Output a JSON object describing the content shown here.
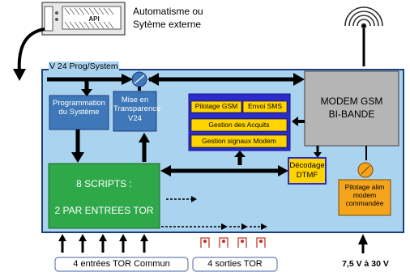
{
  "api": {
    "device_label": "API",
    "caption_line1": "Automatisme ou",
    "caption_line2": "Sytème externe"
  },
  "bus_label": "V 24 Prog/System",
  "blocks": {
    "programmation": {
      "line1": "Programmation",
      "line2": "du Système"
    },
    "transparence": {
      "line1": "Mise en",
      "line2": "Transparence",
      "line3": "V24"
    },
    "gsm_functions": {
      "pilotage": "Pilotage GSM",
      "sms": "Envoi SMS",
      "acquits": "Gestion des Acquits",
      "signaux": "Gestion signaux Modem"
    },
    "modem": {
      "line1": "MODEM GSM",
      "line2": "BI-BANDE"
    },
    "decodage": {
      "line1": "Décodage",
      "line2": "DTMF"
    },
    "scripts": {
      "line1": "8 SCRIPTS :",
      "line2": "2 PAR ENTREES TOR"
    },
    "pilotage_alim": {
      "line1": "Pilotage alim",
      "line2": "modem",
      "line3": "commandée"
    }
  },
  "bottom": {
    "inputs": "4 entrées TOR Commun",
    "outputs": "4 sorties TOR",
    "power": "7,5 V à 30 V"
  },
  "colors": {
    "board": "#a9d3ef",
    "board_border": "#1e3f7f",
    "blue_block": "#3f78b8",
    "green_block": "#2fa84a",
    "yellow": "#ffd400",
    "gsm_panel": "#2b2bd0",
    "modem_grey": "#b5b5b5",
    "orange": "#f4a51c"
  }
}
